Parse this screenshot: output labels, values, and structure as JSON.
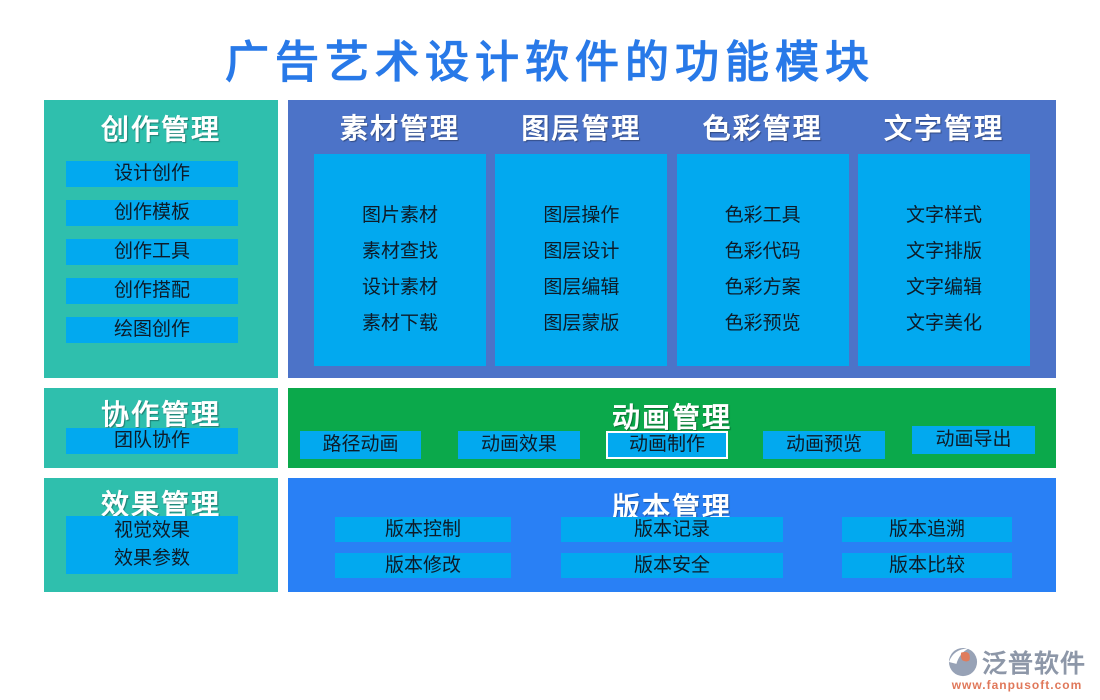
{
  "title": "广告艺术设计软件的功能模块",
  "colors": {
    "title_blue": "#2879E8",
    "teal_panel": "#2FBFAD",
    "slate_blue_panel": "#4C73C8",
    "green_panel": "#0BA94B",
    "bright_blue_panel": "#2980F5",
    "cyan_button": "#02A9EF",
    "header_text": "#ffffff",
    "button_text": "#0E1B28",
    "brand_gray": "#8D97A8",
    "brand_salmon": "#E0785A"
  },
  "panels": {
    "creation": {
      "header": "创作管理",
      "items": [
        "设计创作",
        "创作模板",
        "创作工具",
        "创作搭配",
        "绘图创作"
      ]
    },
    "main": {
      "columns": [
        {
          "header": "素材管理",
          "items": [
            "图片素材",
            "素材查找",
            "设计素材",
            "素材下载"
          ]
        },
        {
          "header": "图层管理",
          "items": [
            "图层操作",
            "图层设计",
            "图层编辑",
            "图层蒙版"
          ]
        },
        {
          "header": "色彩管理",
          "items": [
            "色彩工具",
            "色彩代码",
            "色彩方案",
            "色彩预览"
          ]
        },
        {
          "header": "文字管理",
          "items": [
            "文字样式",
            "文字排版",
            "文字编辑",
            "文字美化"
          ]
        }
      ]
    },
    "collaboration": {
      "header": "协作管理",
      "items": [
        "团队协作"
      ]
    },
    "animation": {
      "header": "动画管理",
      "items": [
        "路径动画",
        "动画效果",
        "动画制作",
        "动画预览",
        "动画导出"
      ]
    },
    "effects": {
      "header": "效果管理",
      "items": [
        "视觉效果",
        "效果参数"
      ]
    },
    "version": {
      "header": "版本管理",
      "rows": [
        [
          "版本控制",
          "版本记录",
          "版本追溯"
        ],
        [
          "版本修改",
          "版本安全",
          "版本比较"
        ]
      ]
    }
  },
  "footer": {
    "brand": "泛普软件",
    "url": "www.fanpusoft.com"
  }
}
